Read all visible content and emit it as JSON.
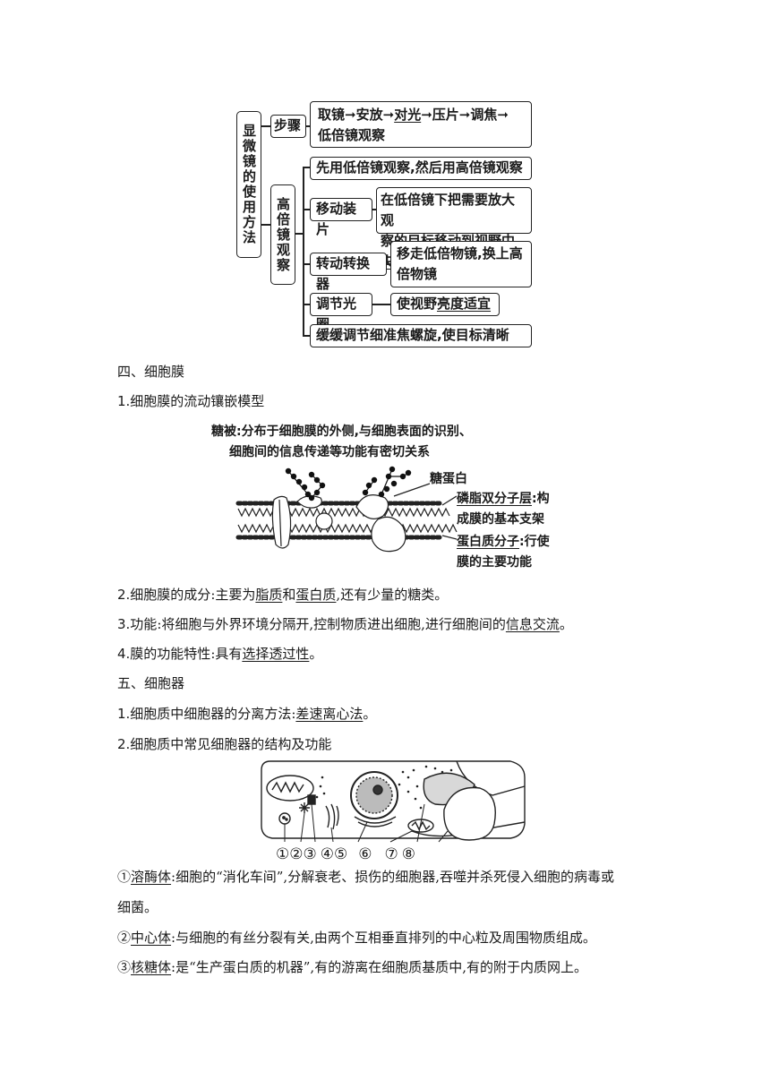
{
  "flowchart": {
    "root": "显微镜的使用方法",
    "branch1": "步骤",
    "steps": {
      "s1": "取镜",
      "s2": "安放",
      "s3": "对光",
      "s4": "压片",
      "s5": "调焦",
      "s6": "低倍镜观察",
      "arrow": "➞"
    },
    "branch2": "高倍镜观察",
    "first": "先用低倍镜观察,然后用高倍镜观察",
    "move_slide": "移动装片",
    "move_desc_a": "在低倍镜下把需要放大观",
    "move_desc_b": "察的目标移动到",
    "move_desc_c": "视野中央",
    "turn": "转动转换器",
    "turn_desc_a": "移走低倍物镜,换上高",
    "turn_desc_b": "倍物镜",
    "diaphragm": "调节光圈",
    "diaphragm_desc_a": "使视野",
    "diaphragm_desc_b": "亮度适宜",
    "fine": "缓缓调节细准焦螺旋,使目标清晰"
  },
  "section4": {
    "title": "四、细胞膜",
    "sub1": "1.细胞膜的流动镶嵌模型",
    "fig": {
      "glycocalyx_a": "糖被:分布于细胞膜的外侧,与细胞表面的识别、",
      "glycocalyx_b": "细胞间的信息传递等功能有密切关系",
      "glycoprotein": "糖蛋白",
      "bilayer_a": "磷脂双分子层",
      "bilayer_b": ":构",
      "bilayer_c": "成膜的基本支架",
      "protein_a": "蛋白质分子",
      "protein_b": ":行使",
      "protein_c": "膜的主要功能"
    },
    "p2_head": "2.细胞膜的成分",
    "p2_a": ":主要为",
    "p2_b": "脂质",
    "p2_c": "和",
    "p2_d": "蛋白质",
    "p2_e": ",还有少量的糖类。",
    "p3_head": "3.功能",
    "p3_a": ":将细胞与外界环境分隔开,控制物质进出细胞,进行细胞间的",
    "p3_b": "信息交流",
    "p3_c": "。",
    "p4_head": "4.膜的功能特性",
    "p4_a": ":具有",
    "p4_b": "选择透过性",
    "p4_c": "。"
  },
  "section5": {
    "title": "五、细胞器",
    "p1_head": "1.细胞质中细胞器的分离方法",
    "p1_a": ":",
    "p1_b": "差速离心法",
    "p1_c": "。",
    "p2": "2.细胞质中常见细胞器的结构及功能",
    "labels": [
      "①",
      "②",
      "③",
      "④",
      "⑤",
      "⑥",
      "⑦",
      "⑧"
    ],
    "i1_num": "①",
    "i1_name": "溶酶体",
    "i1_a": ":细胞的“消化车间”,分解衰老、损伤的细胞器,吞噬并杀死侵入细胞的病毒或",
    "i1_b": "细菌。",
    "i2_num": "②",
    "i2_name": "中心体",
    "i2_a": ":与细胞的有丝分裂有关,由两个互相垂直排列的中心粒及周围物质组成。",
    "i3_num": "③",
    "i3_name": "核糖体",
    "i3_a": ":是“生产蛋白质的机器”,有的游离在细胞质基质中,有的附于内质网上。"
  }
}
